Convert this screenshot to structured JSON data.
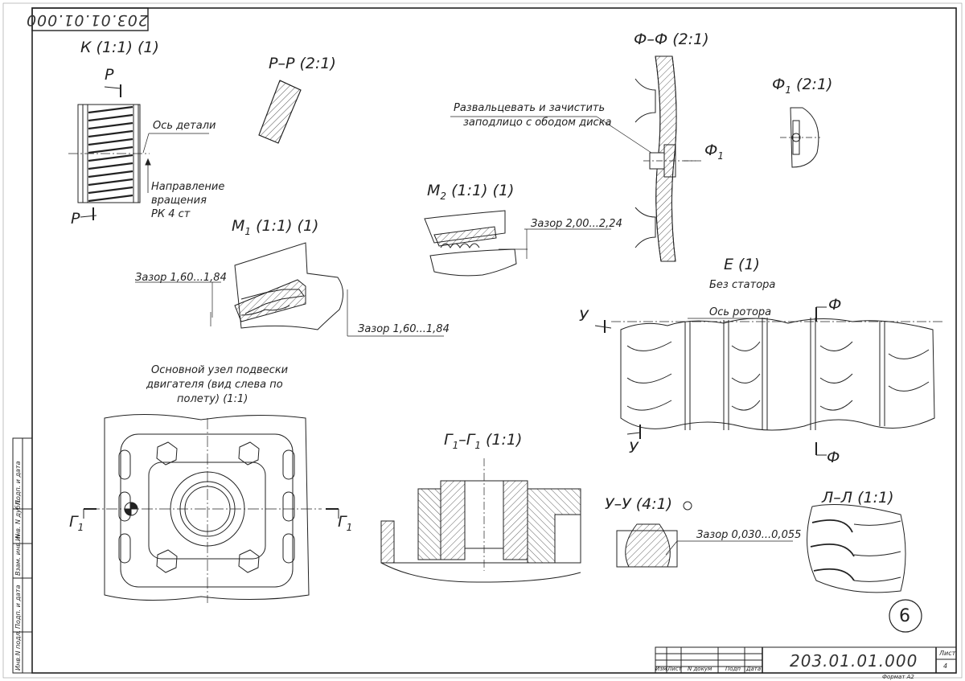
{
  "document": {
    "code_rotated": "203.01.01.000",
    "code_main": "203.01.01.000",
    "sheet_label": "Лист",
    "sheet_number": "4",
    "format": "Формат А2",
    "page_circle": "6"
  },
  "title_block": {
    "cols": [
      "Изм",
      "Лист",
      "N докум",
      "Подп",
      "Дата"
    ]
  },
  "side_stamps": [
    "Инв.N подл.",
    "Подп. и дата",
    "Взам. инв. N",
    "Инв. N дубл.",
    "Подп. и дата"
  ],
  "views": {
    "k": {
      "title": "К (1:1) (1)",
      "axis": "Ось детали",
      "rotation": [
        "Направление",
        "вращения",
        "РК 4 ст"
      ],
      "cut": "Р"
    },
    "pp": {
      "title": "Р–Р (2:1)"
    },
    "m1": {
      "title": "М",
      "sub": "1",
      "scale": " (1:1) (1)",
      "gap_left": "Зазор 1,60...1,84",
      "gap_right": "Зазор 1,60...1,84"
    },
    "m2": {
      "title": "М",
      "sub": "2",
      "scale": " (1:1) (1)",
      "gap": "Зазор 2,00...2,24"
    },
    "ff": {
      "title": "Ф–Ф (2:1)",
      "note1": "Развальцевать и зачистить",
      "note2": "заподлицо с ободом диска",
      "marker": "Ф",
      "marker_sub": "1"
    },
    "f1": {
      "title": "Ф",
      "sub": "1",
      "scale": " (2:1)"
    },
    "e": {
      "title": "Е (1)",
      "subtitle": "Без статора",
      "axis": "Ось ротора",
      "cut_y": "У",
      "cut_f": "Ф"
    },
    "mount": {
      "title": [
        "Основной узел подвески",
        "двигателя (вид слева по",
        "полету) (1:1)"
      ],
      "cut": "Г",
      "cut_sub": "1"
    },
    "g1": {
      "title": "Г",
      "sub": "1",
      "mid": "–Г",
      "scale": " (1:1)"
    },
    "yy": {
      "title": "У–У (4:1)",
      "gap": "Зазор 0,030...0,055"
    },
    "ll": {
      "title": "Л–Л (1:1)"
    }
  }
}
